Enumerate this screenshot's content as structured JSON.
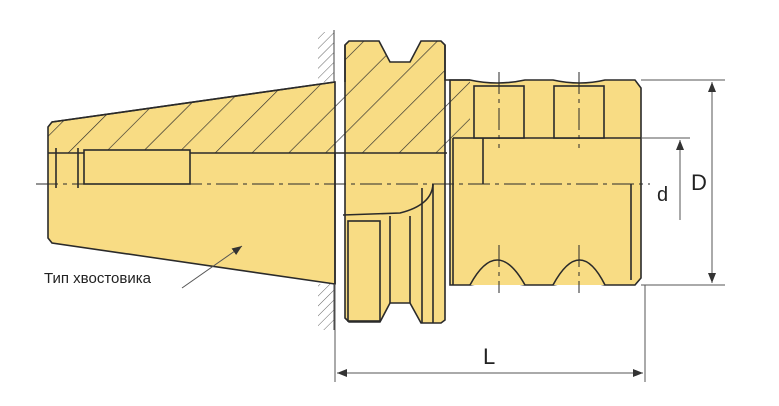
{
  "title": "Tool holder shank diagram",
  "labels": {
    "shank_type": "Тип хвостовика",
    "outer_diameter": "D",
    "inner_diameter": "d",
    "length": "L"
  },
  "colors": {
    "body_fill": "#F8DC84",
    "outline": "#2a2a2a",
    "dim_line": "#555555"
  }
}
